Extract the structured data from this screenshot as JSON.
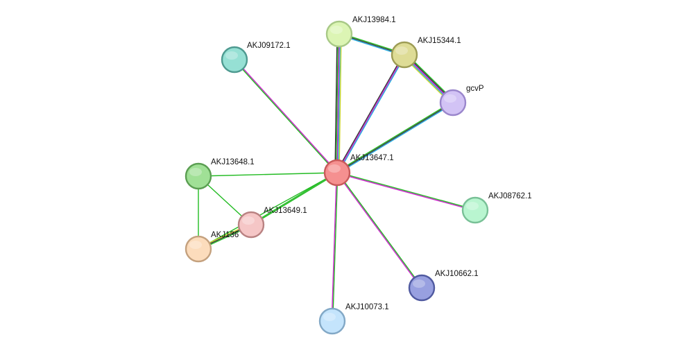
{
  "diagram": {
    "type": "protein-interaction-network",
    "nodes": [
      {
        "id": "AKJ13647.1",
        "label": "AKJ13647.1",
        "fill": "#f59090",
        "stroke": "#c85a5a",
        "center": true
      },
      {
        "id": "AKJ13984.1",
        "label": "AKJ13984.1",
        "fill": "#dcf5b4",
        "stroke": "#a8c986"
      },
      {
        "id": "AKJ15344.1",
        "label": "AKJ15344.1",
        "fill": "#dedc96",
        "stroke": "#9d9c55"
      },
      {
        "id": "gcvP",
        "label": "gcvP",
        "fill": "#d2c3f5",
        "stroke": "#9a86cc"
      },
      {
        "id": "AKJ09172.1",
        "label": "AKJ09172.1",
        "fill": "#96e0d4",
        "stroke": "#4e9a90"
      },
      {
        "id": "AKJ13648.1",
        "label": "AKJ13648.1",
        "fill": "#a0e096",
        "stroke": "#5b9e52"
      },
      {
        "id": "AKJ13649.1",
        "label": "AKJ13649.1",
        "fill": "#f5c6c6",
        "stroke": "#b98282"
      },
      {
        "id": "AKJ13650.1",
        "label": "AKJ136",
        "fill": "#fcdcbc",
        "stroke": "#c4a17e"
      },
      {
        "id": "AKJ08762.1",
        "label": "AKJ08762.1",
        "fill": "#b9f5d0",
        "stroke": "#78c096"
      },
      {
        "id": "AKJ10662.1",
        "label": "AKJ10662.1",
        "fill": "#98a0e0",
        "stroke": "#505aa0"
      },
      {
        "id": "AKJ10073.1",
        "label": "AKJ10073.1",
        "fill": "#c4e4fc",
        "stroke": "#82a8c6"
      }
    ],
    "edges": [
      {
        "source": "AKJ13647.1",
        "target": "AKJ13984.1",
        "colors": [
          "#333333",
          "#22bb22",
          "#cc22cc",
          "#22aadd",
          "#c8d428"
        ]
      },
      {
        "source": "AKJ13647.1",
        "target": "AKJ15344.1",
        "colors": [
          "#333333",
          "#cc22cc",
          "#22aadd"
        ]
      },
      {
        "source": "AKJ13647.1",
        "target": "gcvP",
        "colors": [
          "#22bb22",
          "#333333",
          "#22aadd"
        ]
      },
      {
        "source": "AKJ13647.1",
        "target": "AKJ09172.1",
        "colors": [
          "#22bb22",
          "#cc22cc"
        ]
      },
      {
        "source": "AKJ13647.1",
        "target": "AKJ13648.1",
        "colors": [
          "#22bb22"
        ]
      },
      {
        "source": "AKJ13647.1",
        "target": "AKJ13649.1",
        "colors": [
          "#22bb22",
          "#22bb22"
        ]
      },
      {
        "source": "AKJ13647.1",
        "target": "AKJ13650.1",
        "colors": [
          "#22bb22"
        ]
      },
      {
        "source": "AKJ13647.1",
        "target": "AKJ08762.1",
        "colors": [
          "#22bb22",
          "#cc22cc"
        ]
      },
      {
        "source": "AKJ13647.1",
        "target": "AKJ10662.1",
        "colors": [
          "#22bb22",
          "#cc22cc"
        ]
      },
      {
        "source": "AKJ13647.1",
        "target": "AKJ10073.1",
        "colors": [
          "#22bb22",
          "#cc22cc"
        ]
      },
      {
        "source": "AKJ13984.1",
        "target": "AKJ15344.1",
        "colors": [
          "#22bb22",
          "#333333",
          "#22aadd"
        ]
      },
      {
        "source": "AKJ15344.1",
        "target": "gcvP",
        "colors": [
          "#22bb22",
          "#333333",
          "#cc22cc",
          "#22aadd",
          "#c8d428"
        ]
      },
      {
        "source": "AKJ13648.1",
        "target": "AKJ13649.1",
        "colors": [
          "#22bb22"
        ]
      },
      {
        "source": "AKJ13648.1",
        "target": "AKJ13650.1",
        "colors": [
          "#22bb22"
        ]
      },
      {
        "source": "AKJ13649.1",
        "target": "AKJ13650.1",
        "colors": [
          "#22bb22",
          "#333333",
          "#c8d428"
        ]
      }
    ]
  }
}
